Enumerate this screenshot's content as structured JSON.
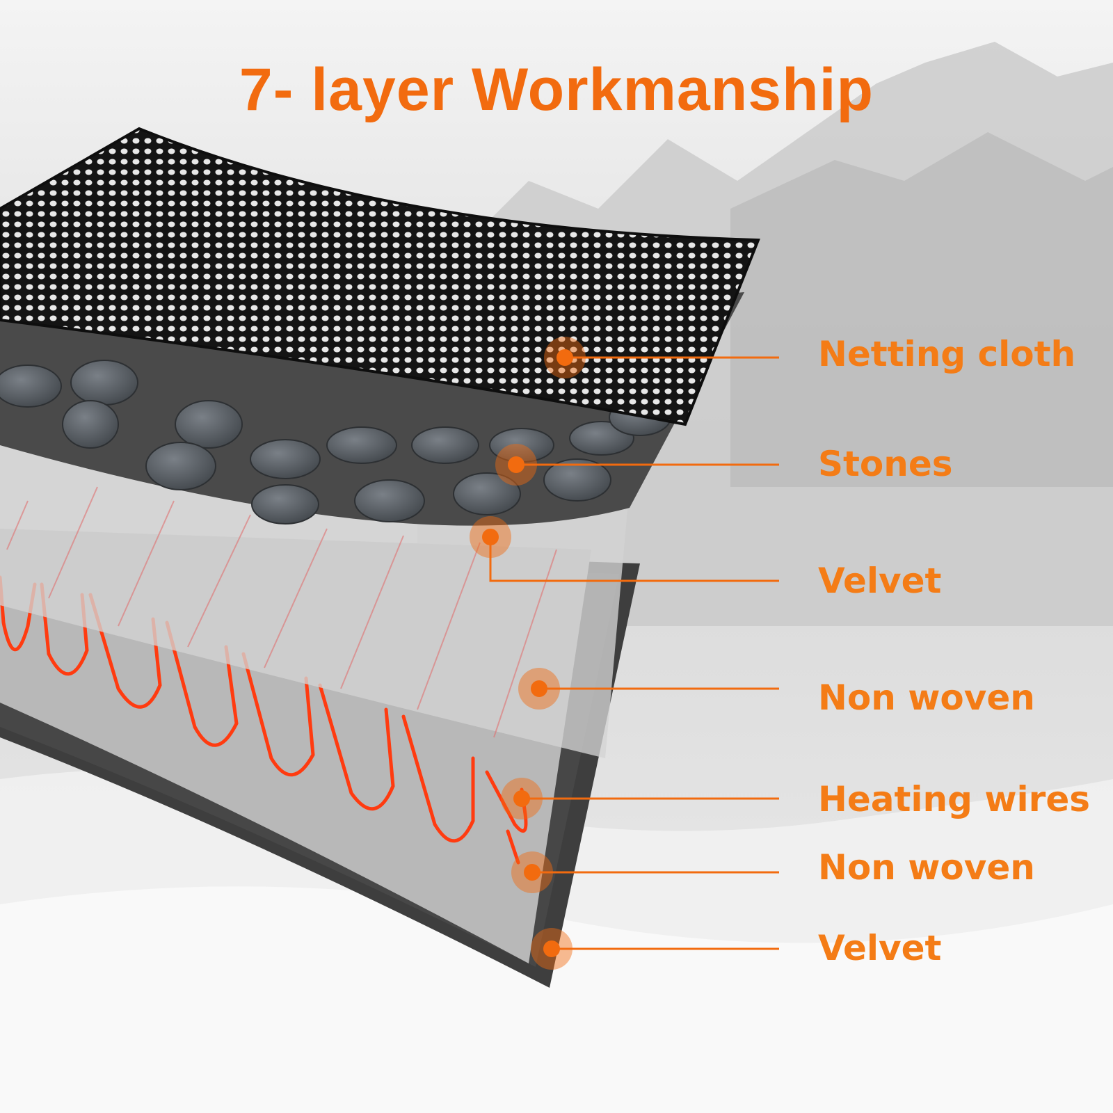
{
  "title": "7- layer Workmanship",
  "colors": {
    "accent": "#f26b0f",
    "label": "#f47c16",
    "wire": "#ff3b10",
    "background": "#e6e6e6",
    "netting": "#1a1a1a",
    "stones_base": "#4a4a4a",
    "stone": "#5c6166",
    "velvet": "#3e3e3e",
    "non_woven": "#c4c4c4"
  },
  "layers": [
    {
      "name": "Netting cloth"
    },
    {
      "name": "Stones"
    },
    {
      "name": "Velvet"
    },
    {
      "name": "Non woven"
    },
    {
      "name": "Heating wires"
    },
    {
      "name": "Non woven"
    },
    {
      "name": "Velvet"
    }
  ]
}
